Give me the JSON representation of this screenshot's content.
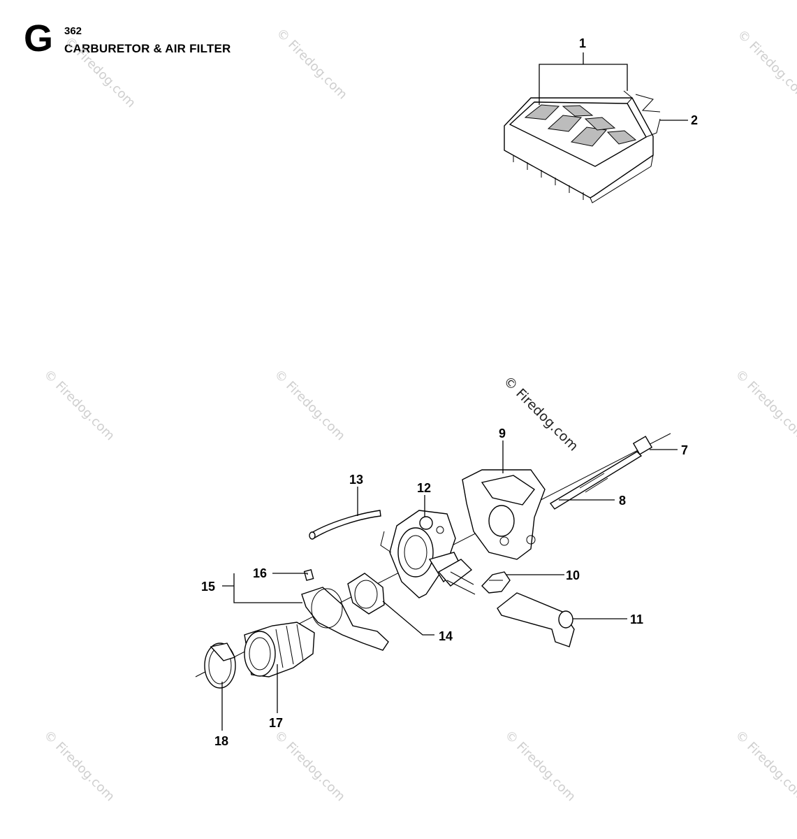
{
  "header": {
    "section_letter": "G",
    "model": "362",
    "title": "CARBURETOR & AIR FILTER"
  },
  "watermark": {
    "text": "© Firedog.com",
    "prominent_text": "© Firedog.com"
  },
  "callouts": {
    "c1": "1",
    "c2": "2",
    "c7": "7",
    "c8": "8",
    "c9": "9",
    "c10": "10",
    "c11": "11",
    "c12": "12",
    "c13": "13",
    "c14": "14",
    "c15": "15",
    "c16": "16",
    "c17": "17",
    "c18": "18"
  }
}
